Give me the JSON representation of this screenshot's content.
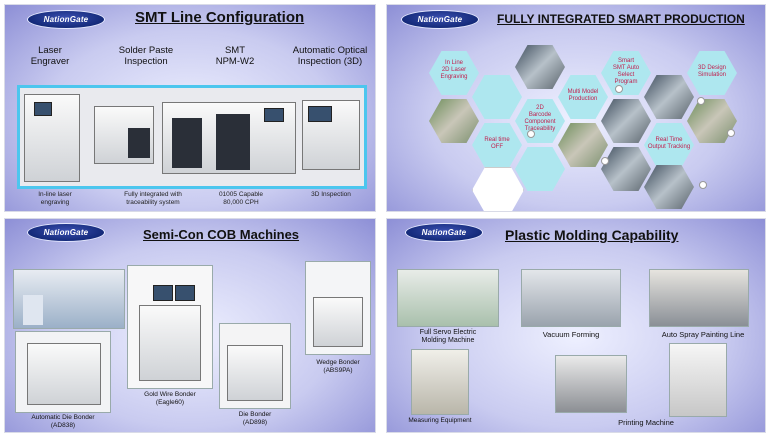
{
  "brand": "NationGate",
  "smt": {
    "title": "SMT Line Configuration",
    "columns": [
      {
        "label_l1": "Laser",
        "label_l2": "Engraver",
        "caption_l1": "In-line laser",
        "caption_l2": "engraving"
      },
      {
        "label_l1": "Solder Paste",
        "label_l2": "Inspection",
        "caption_l1": "Fully integrated with",
        "caption_l2": "traceability system"
      },
      {
        "label_l1": "SMT",
        "label_l2": "NPM-W2",
        "caption_l1": "01005 Capable",
        "caption_l2": "80,000 CPH"
      },
      {
        "label_l1": "Automatic Optical",
        "label_l2": "Inspection (3D)",
        "caption_l1": "3D Inspection",
        "caption_l2": ""
      }
    ]
  },
  "fisp": {
    "title": "FULLY INTEGRATED SMART PRODUCTION",
    "hex_labels": [
      {
        "l1": "In Line",
        "l2": "2D Laser",
        "l3": "Engraving"
      },
      {
        "l1": "2D",
        "l2": "Barcode",
        "l3": "Component",
        "l4": "Traceability"
      },
      {
        "l1": "Multi Model",
        "l2": "Production"
      },
      {
        "l1": "Smart",
        "l2": "SMT Auto",
        "l3": "Select",
        "l4": "Program"
      },
      {
        "l1": "3D Design",
        "l2": "Simulation"
      },
      {
        "l1": "Real time",
        "l2": "OFF"
      },
      {
        "l1": "Real Time",
        "l2": "Output Tracking"
      }
    ]
  },
  "cob": {
    "title": "Semi-Con COB Machines",
    "machines": [
      {
        "name_l1": "Automatic Die Bonder",
        "name_l2": "(AD838)"
      },
      {
        "name_l1": "Gold Wire Bonder",
        "name_l2": "(Eagle60)"
      },
      {
        "name_l1": "Die Bonder",
        "name_l2": "(AD898)"
      },
      {
        "name_l1": "Wedge Bonder",
        "name_l2": "(ABS9PA)"
      }
    ]
  },
  "mold": {
    "title": "Plastic Molding Capability",
    "items": [
      {
        "l1": "Full Servo Electric",
        "l2": "Molding Machine"
      },
      {
        "l1": "Vacuum Forming",
        "l2": ""
      },
      {
        "l1": "Auto Spray Painting Line",
        "l2": ""
      },
      {
        "l1": "Measuring Equipment",
        "l2": ""
      },
      {
        "l1": "Printing Machine",
        "l2": ""
      }
    ]
  }
}
